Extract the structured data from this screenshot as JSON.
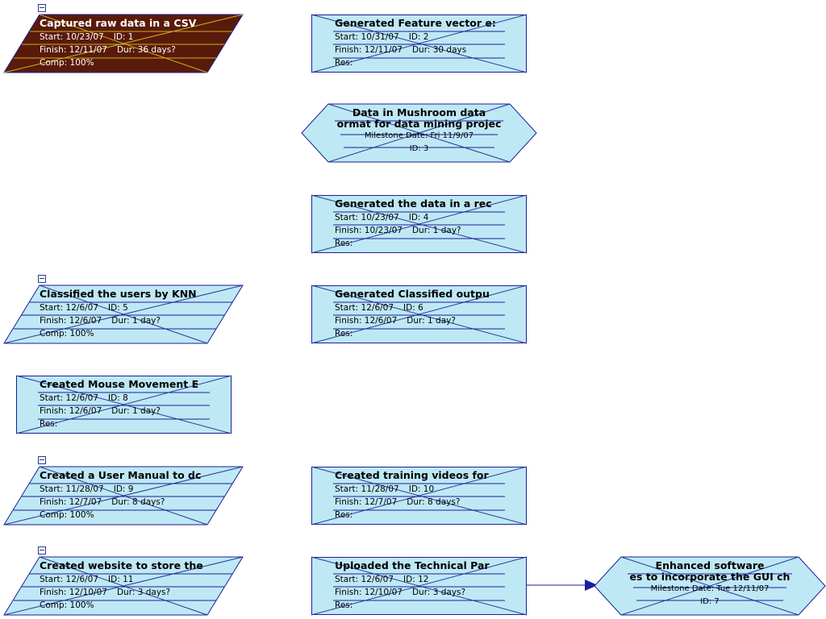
{
  "tasks": [
    {
      "title": "Captured raw data in a CSV",
      "start": "10/23/07",
      "id": "1",
      "finish": "12/11/07",
      "dur": "36 days?",
      "third_label": "Comp:",
      "third_value": "100%"
    },
    {
      "title": "Generated Feature vector e:",
      "start": "10/31/07",
      "id": "2",
      "finish": "12/11/07",
      "dur": "30 days",
      "third_label": "Res:",
      "third_value": ""
    },
    {
      "title": "Generated the data in a rec",
      "start": "10/23/07",
      "id": "4",
      "finish": "10/23/07",
      "dur": "1 day?",
      "third_label": "Res:",
      "third_value": ""
    },
    {
      "title": "Classified the users by KNN",
      "start": "12/6/07",
      "id": "5",
      "finish": "12/6/07",
      "dur": "1 day?",
      "third_label": "Comp:",
      "third_value": "100%"
    },
    {
      "title": "Generated Classified outpu",
      "start": "12/6/07",
      "id": "6",
      "finish": "12/6/07",
      "dur": "1 day?",
      "third_label": "Res:",
      "third_value": ""
    },
    {
      "title": "Created  Mouse Movement E",
      "start": "12/6/07",
      "id": "8",
      "finish": "12/6/07",
      "dur": "1 day?",
      "third_label": "Res:",
      "third_value": ""
    },
    {
      "title": "Created a User Manual to dc",
      "start": "11/28/07",
      "id": "9",
      "finish": "12/7/07",
      "dur": "8 days?",
      "third_label": "Comp:",
      "third_value": "100%"
    },
    {
      "title": "Created training videos for",
      "start": "11/28/07",
      "id": "10",
      "finish": "12/7/07",
      "dur": "8 days?",
      "third_label": "Res:",
      "third_value": ""
    },
    {
      "title": "Created website to store the",
      "start": "12/6/07",
      "id": "11",
      "finish": "12/10/07",
      "dur": "3 days?",
      "third_label": "Comp:",
      "third_value": "100%"
    },
    {
      "title": "Uploaded the Technical Par",
      "start": "12/6/07",
      "id": "12",
      "finish": "12/10/07",
      "dur": "3 days?",
      "third_label": "Res:",
      "third_value": ""
    }
  ],
  "milestones": [
    {
      "title1": "Data in Mushroom data",
      "title2": "ormat for data mining projec",
      "date": "Milestone Date: Fri 11/9/07",
      "id": "ID: 3"
    },
    {
      "title1": "Enhanced software",
      "title2": "es to incorporate the GUI ch",
      "date": "Milestone Date: Tue 12/11/07",
      "id": "ID: 7"
    }
  ],
  "labels": {
    "start": "Start:",
    "finish": "Finish:",
    "id": "ID:",
    "dur": "Dur:"
  },
  "colors": {
    "box_fill": "#bfe8f5",
    "dark_fill": "#5a1a0a",
    "border": "#1a1f9a",
    "cross": "#2a3a9a",
    "dark_cross": "#c9b020"
  }
}
